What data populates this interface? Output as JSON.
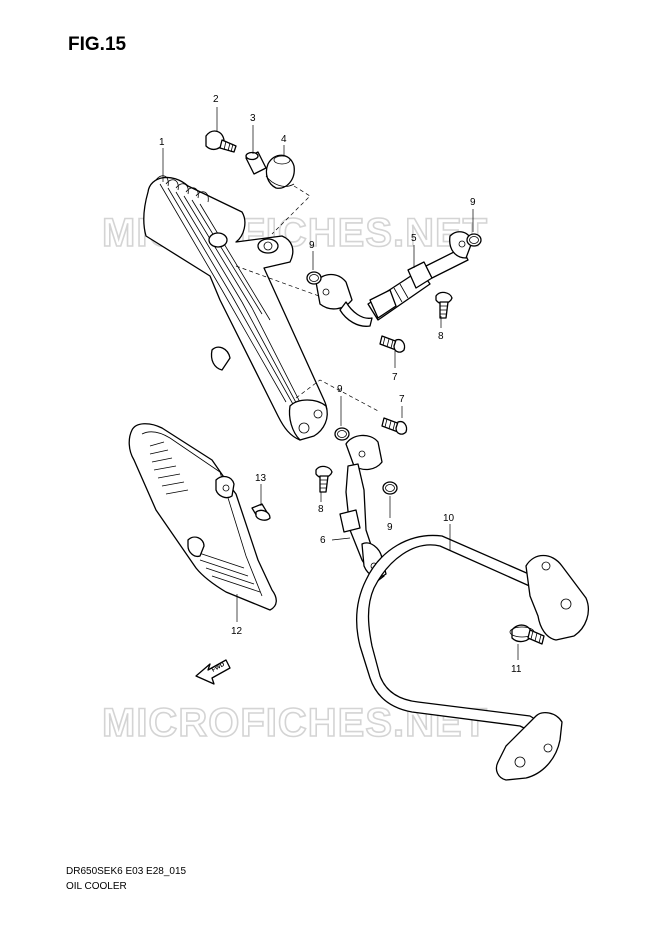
{
  "figure": {
    "title": "FIG.15"
  },
  "watermarks": [
    "MICROFICHES.NET",
    "MICROFICHES.NET"
  ],
  "footer": {
    "code": "DR650SEK6 E03 E28_015",
    "name": "OIL COOLER"
  },
  "fwd_label": "FWD",
  "callouts": [
    "1",
    "2",
    "3",
    "4",
    "5",
    "6",
    "7",
    "7",
    "8",
    "8",
    "9",
    "9",
    "9",
    "9",
    "10",
    "11",
    "12",
    "13"
  ]
}
